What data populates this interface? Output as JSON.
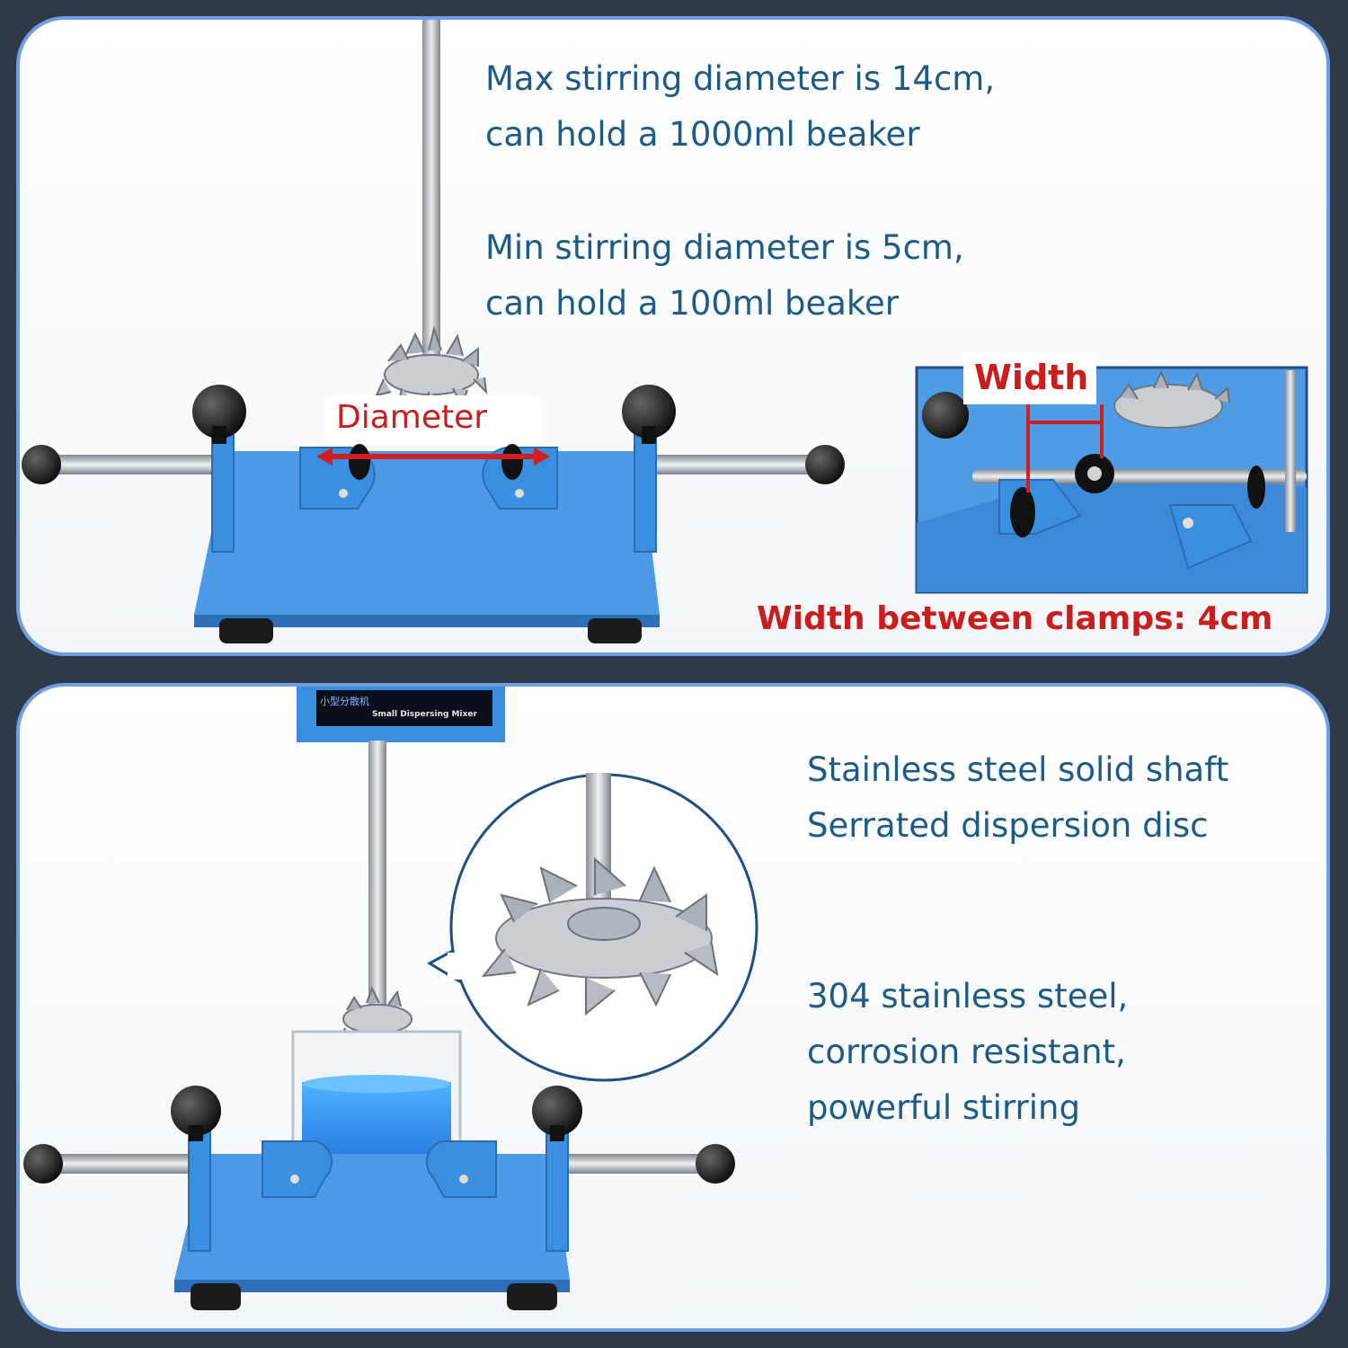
{
  "top_panel": {
    "text_lines": [
      "Max stirring diameter is 14cm,",
      "can hold a 1000ml beaker",
      "Min stirring diameter is 5cm,",
      "can hold a 100ml beaker"
    ],
    "diameter_label": "Diameter",
    "inset_width_label": "Width",
    "width_caption": "Width between clamps: 4cm"
  },
  "bottom_panel": {
    "device_label_cn": "小型分散机",
    "device_label_en": "Small Dispersing Mixer",
    "shaft_lines": [
      "Stainless steel solid shaft",
      "Serrated dispersion disc"
    ],
    "material_lines": [
      "304 stainless steel,",
      "corrosion resistant,",
      "powerful stirring"
    ]
  },
  "colors": {
    "frame": "#2f3947",
    "panel_border": "#6f9fe0",
    "text_blue": "#1d5a86",
    "label_red": "#c81e1e",
    "stand_blue": "#3b8fe0"
  }
}
